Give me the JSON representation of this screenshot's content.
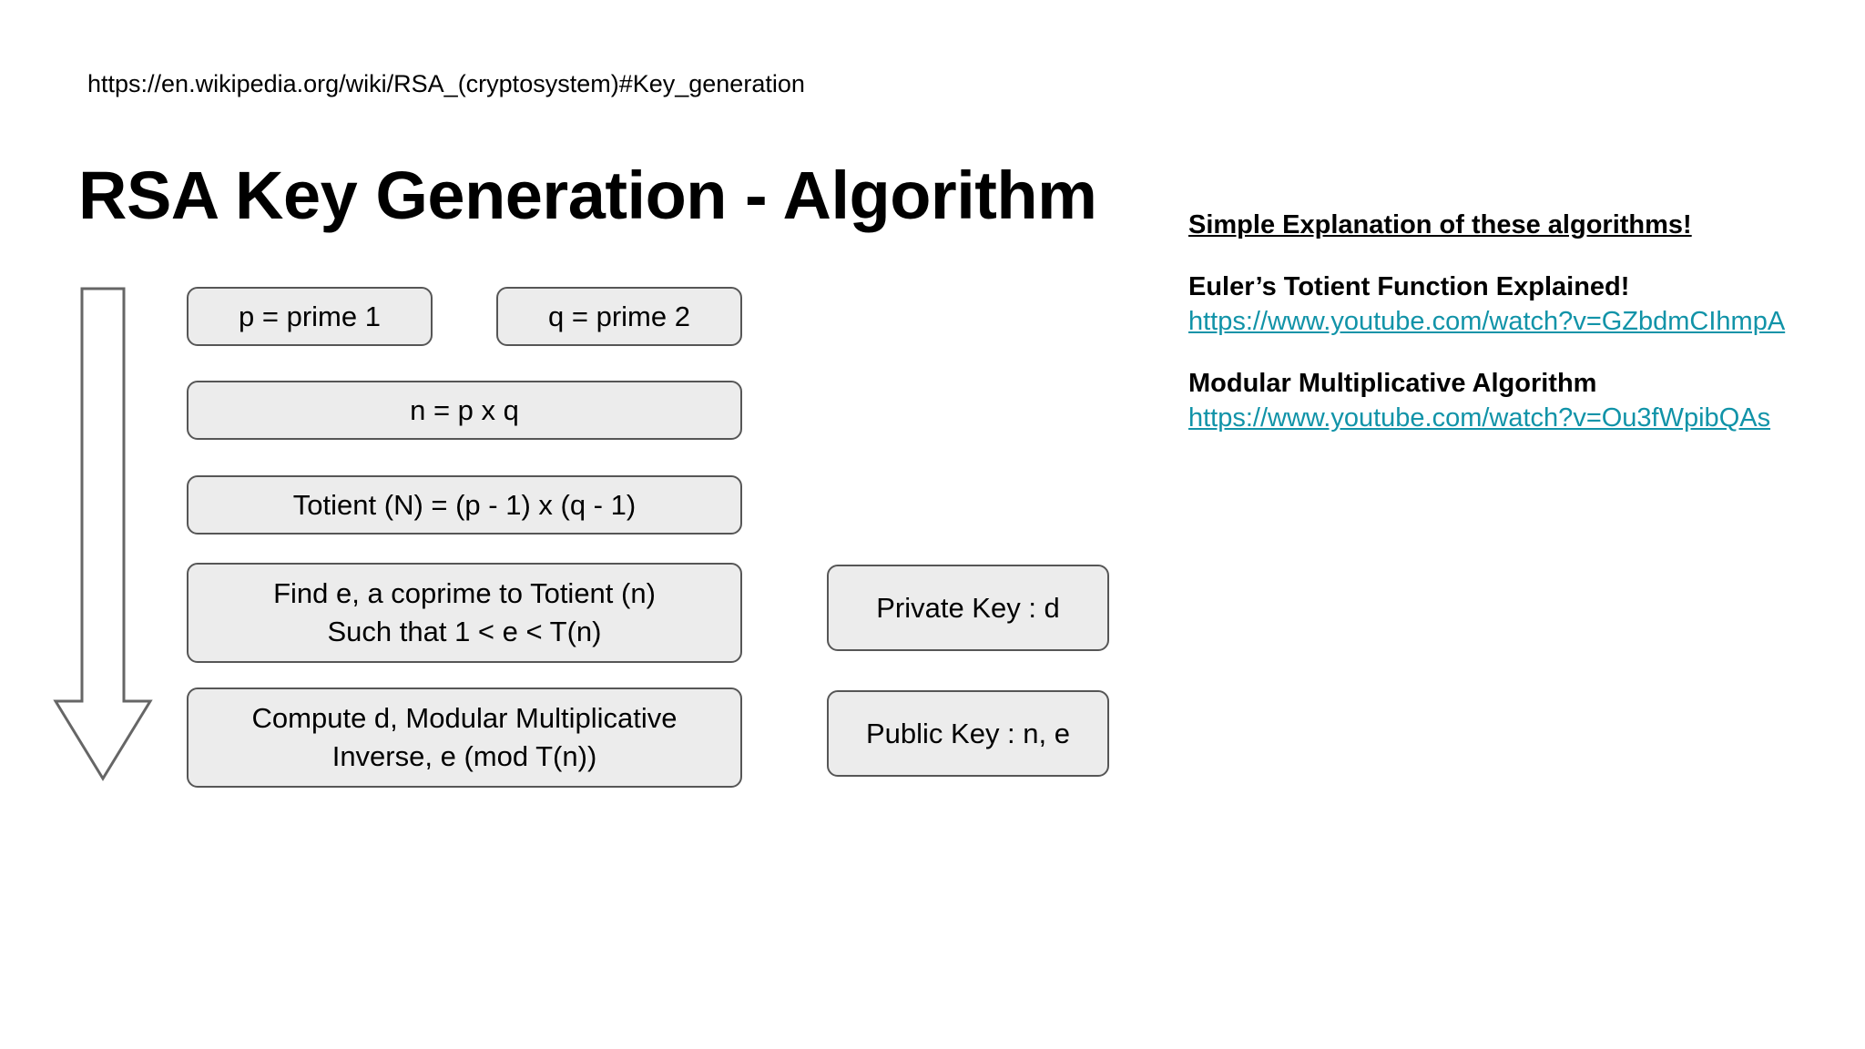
{
  "slide": {
    "source_url": "https://en.wikipedia.org/wiki/RSA_(cryptosystem)#Key_generation",
    "title": "RSA Key Generation - Algorithm"
  },
  "flow": {
    "arrow_label": "down-arrow",
    "boxes": [
      {
        "id": "box-p",
        "text": "p = prime 1"
      },
      {
        "id": "box-q",
        "text": "q = prime 2"
      },
      {
        "id": "box-n",
        "text": "n = p x q"
      },
      {
        "id": "box-totient",
        "text": "Totient (N) = (p - 1) x (q - 1)"
      },
      {
        "id": "box-finde",
        "text": "Find e, a coprime to Totient (n)\nSuch that 1 < e < T(n)"
      },
      {
        "id": "box-computed",
        "text": "Compute d, Modular Multiplicative\nInverse, e (mod T(n))"
      }
    ],
    "keys": [
      {
        "id": "box-private",
        "text": "Private Key : d"
      },
      {
        "id": "box-public",
        "text": "Public Key : n, e"
      }
    ]
  },
  "notes": {
    "heading": "Simple Explanation of these algorithms!",
    "groups": [
      {
        "title": "Euler’s Totient Function Explained!",
        "link": "https://www.youtube.com/watch?v=GZbdmCIhmpA"
      },
      {
        "title": "Modular Multiplicative Algorithm",
        "link": "https://www.youtube.com/watch?v=Ou3fWpibQAs"
      }
    ]
  },
  "colors": {
    "box_fill": "#ececec",
    "box_border": "#565656",
    "link": "#1193a8",
    "arrow_stroke": "#666666",
    "background": "#ffffff"
  }
}
